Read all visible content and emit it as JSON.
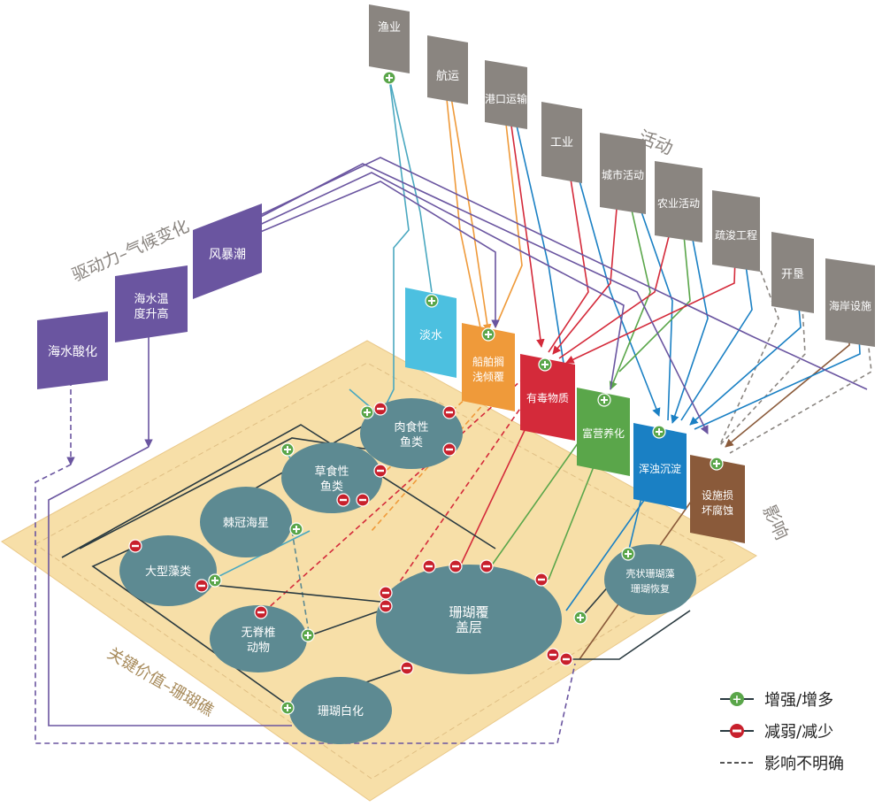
{
  "section_labels": {
    "activities": "活动",
    "drivers": "驱动力–气候变化",
    "impacts": "影响",
    "key_values": "关键价值–珊瑚礁"
  },
  "activities": [
    {
      "id": "fishing",
      "label": "渔业"
    },
    {
      "id": "shipping",
      "label": "航运"
    },
    {
      "id": "port",
      "label": "港口运输"
    },
    {
      "id": "industry",
      "label": "工业"
    },
    {
      "id": "urban",
      "label": "城市活动"
    },
    {
      "id": "agri",
      "label": "农业活动"
    },
    {
      "id": "dredging",
      "label": "疏浚工程"
    },
    {
      "id": "reclaim",
      "label": "开垦"
    },
    {
      "id": "coastal",
      "label": "海岸设施"
    }
  ],
  "drivers": [
    {
      "id": "acid",
      "label": "海水酸化"
    },
    {
      "id": "temp",
      "label": "海水温度升高"
    },
    {
      "id": "storm",
      "label": "风暴潮"
    }
  ],
  "impacts": [
    {
      "id": "runoff",
      "label": "淡水"
    },
    {
      "id": "grounding",
      "label": "船舶搁浅倾覆"
    },
    {
      "id": "toxic",
      "label": "有毒物质"
    },
    {
      "id": "nutrient",
      "label": "富营养化"
    },
    {
      "id": "sediment",
      "label": "浑浊沉淀"
    },
    {
      "id": "damage",
      "label": "设施损坏腐蚀"
    }
  ],
  "ecosystem": [
    {
      "id": "carnivore",
      "label": "肉食性鱼类"
    },
    {
      "id": "herbivore",
      "label": "草食性鱼类"
    },
    {
      "id": "crown",
      "label": "棘冠海星"
    },
    {
      "id": "macroalgae",
      "label": "大型藻类"
    },
    {
      "id": "invert",
      "label": "无脊椎动物"
    },
    {
      "id": "coral",
      "label": "珊瑚覆盖层"
    },
    {
      "id": "bleach",
      "label": "珊瑚白化"
    },
    {
      "id": "recovery",
      "label": "壳状珊瑚藻珊瑚恢复"
    }
  ],
  "legend": {
    "increase": "增强/增多",
    "decrease": "减弱/减少",
    "unclear": "影响不明确"
  },
  "colors": {
    "activity": "#8a8580",
    "driver": "#6a55a0",
    "runoff": "#4cc0e0",
    "grounding": "#ef9a3a",
    "toxic": "#d42a3a",
    "nutrient": "#5aa64a",
    "sediment": "#1a80c4",
    "damage": "#8a5a3a",
    "eco_node": "#5d8a92",
    "platform": "#f7dfa8",
    "plus": "#5aa64a",
    "minus": "#c8202c"
  }
}
